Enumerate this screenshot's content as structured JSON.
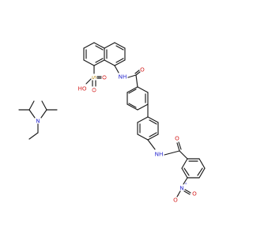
{
  "molecule": {
    "labels": {
      "sulfonic_o_top": "O",
      "sulfonic_s": "S",
      "sulfonic_o_side": "O",
      "sulfonic_oh": "HO",
      "amide1_nh": "NH",
      "amide1_o": "O",
      "amide2_nh": "NH",
      "amide2_o": "O",
      "nitro_n": "N",
      "nitro_n_charge": "+",
      "nitro_o_minus": "O",
      "nitro_o_minus_charge": "-",
      "nitro_o": "O",
      "amine_n": "N"
    },
    "colors": {
      "carbon": "#1a1a1a",
      "oxygen": "#d42020",
      "nitrogen": "#2a2ad0",
      "sulfur": "#b8860b"
    }
  }
}
